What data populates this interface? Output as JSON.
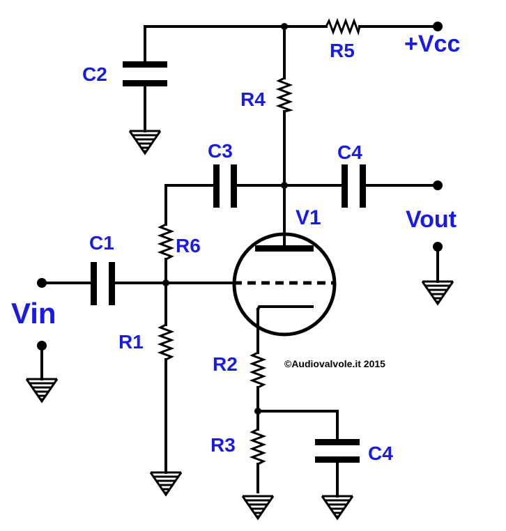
{
  "labels": {
    "c1": "C1",
    "c2": "C2",
    "c3": "C3",
    "c4_out": "C4",
    "c4_cathode": "C4",
    "r1": "R1",
    "r2": "R2",
    "r3": "R3",
    "r4": "R4",
    "r5": "R5",
    "r6": "R6",
    "v1": "V1",
    "vcc": "+Vcc",
    "vin": "Vin",
    "vout": "Vout"
  },
  "credit": "©Audiovalvole.it 2015",
  "colors": {
    "label": "#1a1ae6",
    "line": "#000000"
  }
}
